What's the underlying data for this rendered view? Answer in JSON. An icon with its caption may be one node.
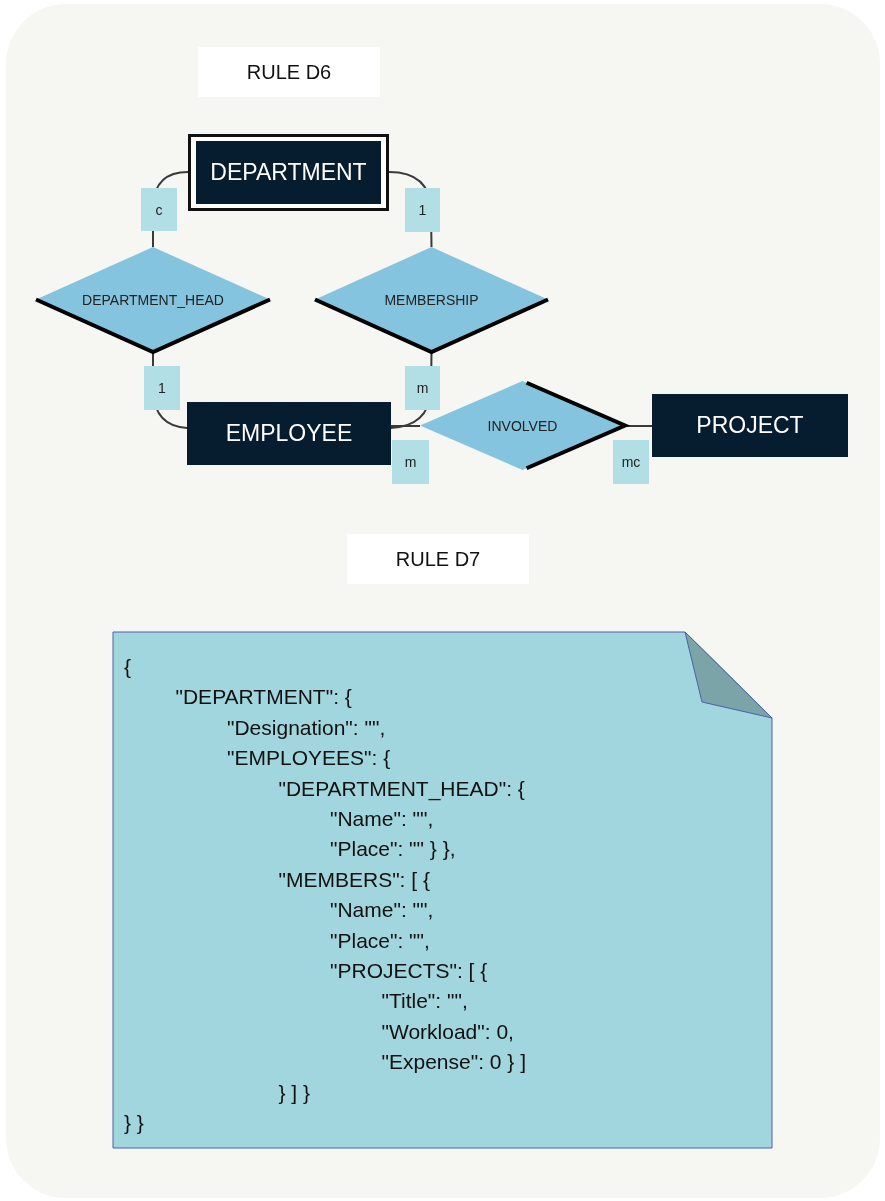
{
  "diagram": {
    "nodes": [
      {
        "text": [
          "RULE D6"
        ]
      },
      {
        "text": [
          "DEPARTMENT"
        ]
      },
      {
        "text": [
          "DEPARTMENT_HEAD"
        ]
      },
      {
        "text": [
          "MEMBERSHIP"
        ]
      },
      {
        "text": [
          "EMPLOYEE"
        ]
      },
      {
        "text": [
          "INVOLVED"
        ]
      },
      {
        "text": [
          "PROJECT"
        ]
      },
      {
        "text": [
          "RULE D7"
        ]
      },
      {
        "text": [
          "{",
          "\"DEPARTMENT\": {",
          "\"Designation\": \"\",",
          "\"EMPLOYEES\": {",
          "\"DEPARTMENT_HEAD\": {",
          "\"Name\": \"\",",
          "\"Place\": \"\" } },",
          "\"MEMBERS\": [ {",
          "\"Name\": \"\",",
          "\"Place\": \"\",",
          "\"PROJECTS\": [ {",
          "\"Title\": \"\",",
          "\"Workload\": 0,",
          "\"Expense\": 0 } ]",
          "} ] }",
          "} }"
        ]
      }
    ],
    "edges": [
      {
        "from": 1,
        "to": 2,
        "arrow": "none",
        "label": "c"
      },
      {
        "from": 1,
        "to": 3,
        "arrow": "none",
        "label": "1"
      },
      {
        "from": 2,
        "to": 4,
        "arrow": "none",
        "label": "1"
      },
      {
        "from": 3,
        "to": 4,
        "arrow": "none",
        "label": "m"
      },
      {
        "from": 4,
        "to": 5,
        "arrow": "none",
        "label": "m"
      },
      {
        "from": 5,
        "to": 6,
        "arrow": "none",
        "label": "mc"
      }
    ]
  }
}
